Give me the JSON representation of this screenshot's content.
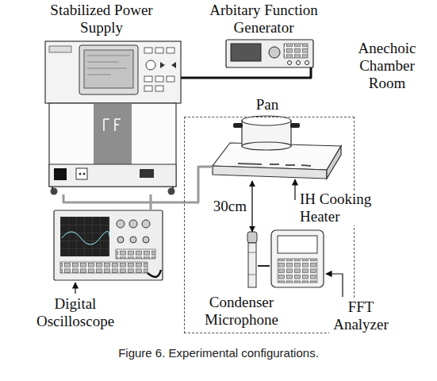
{
  "diagram": {
    "caption": "Figure 6. Experimental configurations.",
    "nodes": [
      {
        "text": [
          "Stabilized Power Supply"
        ]
      },
      {
        "text": [
          "Arbitary Function Generator"
        ]
      },
      {
        "text": [
          "Anechoic Chamber Room"
        ]
      },
      {
        "text": [
          "Pan"
        ],
        "in": 2
      },
      {
        "text": [
          "IH Cooking Heater"
        ],
        "in": 2
      },
      {
        "text": [
          "Condenser Microphone"
        ],
        "in": 2
      },
      {
        "text": [
          "FFT Analyzer"
        ],
        "in": 2
      },
      {
        "text": [
          "Digital Oscilloscope"
        ]
      }
    ],
    "edges": [
      {
        "from": 0,
        "to": 1,
        "arrow": "none"
      },
      {
        "from": 0,
        "to": 4,
        "arrow": "none"
      },
      {
        "from": 7,
        "to": 0,
        "arrow": "none"
      },
      {
        "from": 4,
        "to": 5,
        "label": "30cm",
        "arrow": "both"
      },
      {
        "from": 5,
        "to": 6,
        "arrow": "none"
      }
    ]
  }
}
